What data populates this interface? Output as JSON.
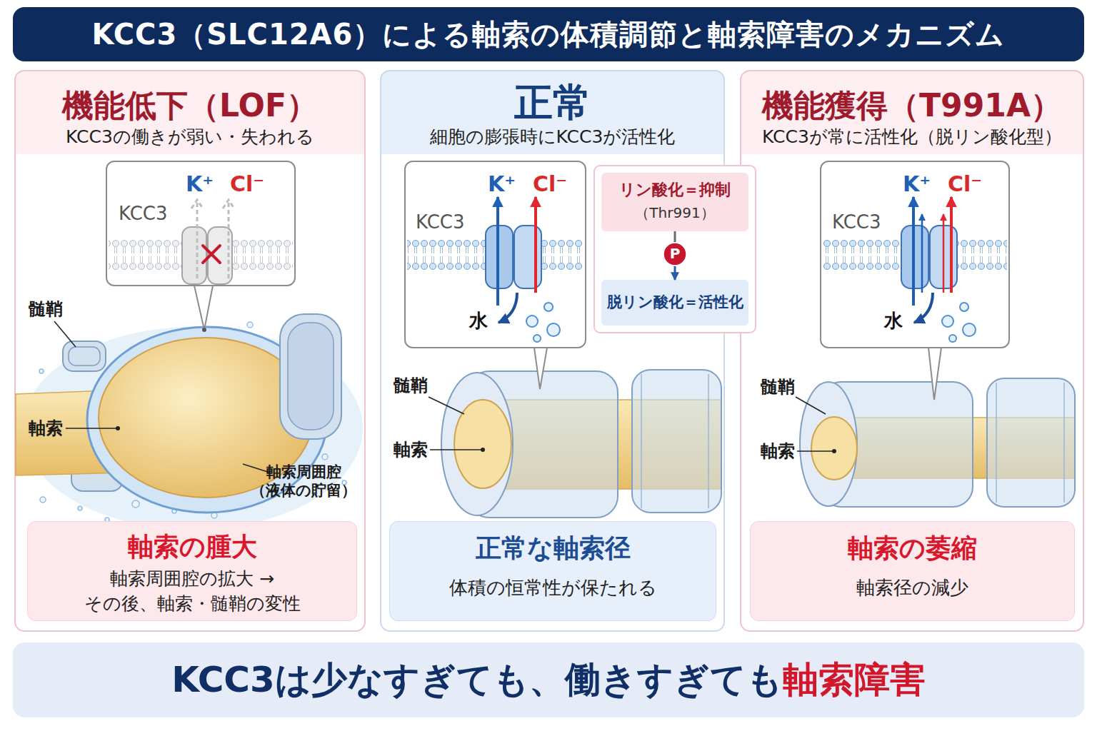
{
  "diagram": {
    "title": "KCC3（SLC12A6）による軸索の体積調節と軸索障害のメカニズム",
    "nodes": [
      {
        "text": [
          "機能低下（LOF）",
          "KCC3の働きが弱い・失われる"
        ]
      },
      {
        "text": [
          "K⁺",
          "Cl⁻",
          "KCC3"
        ],
        "in": 0
      },
      {
        "text": [
          "軸索の腫大",
          "軸索周囲腔の拡大 → その後、軸索・髄鞘の変性"
        ],
        "in": 0
      },
      {
        "text": [
          "正常",
          "細胞の膨張時にKCC3が活性化"
        ]
      },
      {
        "text": [
          "K⁺",
          "Cl⁻",
          "KCC3",
          "水"
        ],
        "in": 3
      },
      {
        "text": [
          "リン酸化＝抑制",
          "（Thr991）"
        ],
        "in": 3
      },
      {
        "text": [
          "P"
        ],
        "in": 3
      },
      {
        "text": [
          "脱リン酸化＝活性化"
        ],
        "in": 3
      },
      {
        "text": [
          "正常な軸索径",
          "体積の恒常性が保たれる"
        ],
        "in": 3
      },
      {
        "text": [
          "機能獲得（T991A）",
          "KCC3が常に活性化（脱リン酸化型）"
        ]
      },
      {
        "text": [
          "K⁺",
          "Cl⁻",
          "KCC3",
          "水"
        ],
        "in": 9
      },
      {
        "text": [
          "軸索の萎縮",
          "軸索径の減少"
        ],
        "in": 9
      },
      {
        "text": [
          "KCC3は少なすぎても、働きすぎても",
          "軸索障害"
        ]
      }
    ],
    "edges": [
      {
        "from": 5,
        "to": 6,
        "arrow": "none"
      },
      {
        "from": 6,
        "to": 7,
        "arrow": "to"
      }
    ],
    "labels": [
      "髄鞘",
      "軸索",
      "軸索周囲腔 （液体の貯留）",
      "髄鞘",
      "軸索",
      "髄鞘",
      "軸索"
    ]
  }
}
